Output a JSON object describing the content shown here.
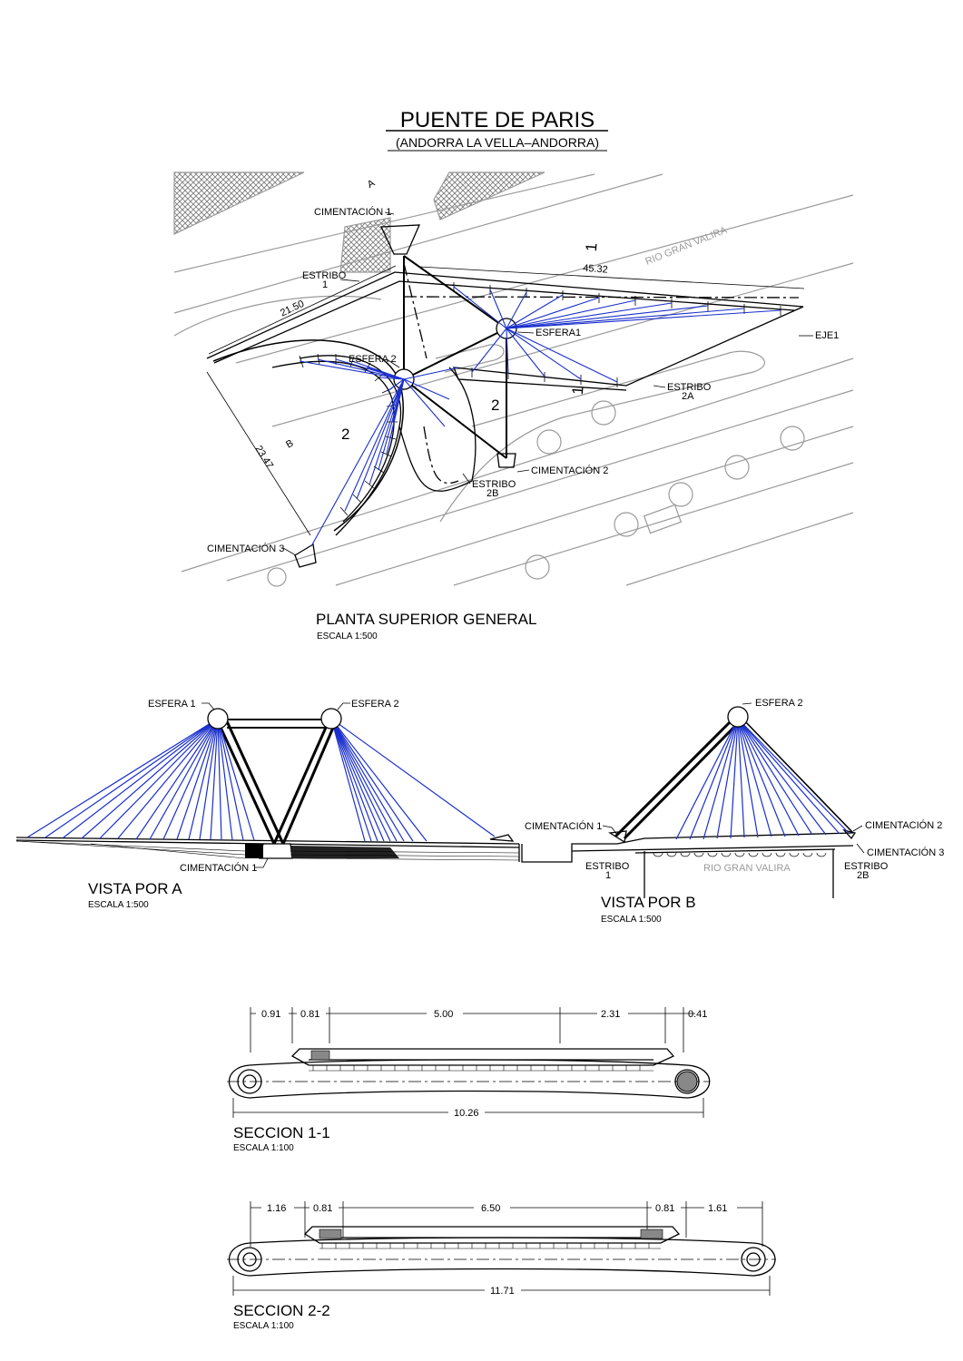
{
  "header": {
    "title": "PUENTE DE PARIS",
    "subtitle": "(ANDORRA LA VELLA–ANDORRA)"
  },
  "colors": {
    "cables": "#1a2fcc",
    "site": "#9a9a9a",
    "ink": "#000000",
    "fill": "#888888"
  },
  "plan": {
    "title": "PLANTA SUPERIOR GENERAL",
    "scale": "ESCALA 1:500",
    "labels": {
      "cim1": "CIMENTACIÓN 1",
      "cim2": "CIMENTACIÓN 2",
      "cim3": "CIMENTACIÓN 3",
      "estribo1": "ESTRIBO",
      "estribo1_num": "1",
      "estribo2a": "ESTRIBO",
      "estribo2a_num": "2A",
      "estribo2b": "ESTRIBO",
      "estribo2b_num": "2B",
      "esfera1": "ESFERA1",
      "esfera2": "ESFERA 2",
      "eje1": "EJE1",
      "rio": "RIO GRAN VALIRA",
      "view_a": "A",
      "view_b": "B",
      "sec1": "1",
      "sec1b": "1",
      "sec2": "2",
      "sec2b": "2"
    },
    "dims": {
      "d1": "45.32",
      "d2": "21.50",
      "d3": "23.47"
    }
  },
  "vista_a": {
    "title": "VISTA POR A",
    "scale": "ESCALA 1:500",
    "esfera1": "ESFERA 1",
    "esfera2": "ESFERA 2",
    "cim1": "CIMENTACIÓN 1"
  },
  "vista_b": {
    "title": "VISTA POR B",
    "scale": "ESCALA 1:500",
    "esfera2": "ESFERA 2",
    "cim1": "CIMENTACIÓN 1",
    "cim2": "CIMENTACIÓN 2",
    "cim3": "CIMENTACIÓN 3",
    "estribo1": "ESTRIBO",
    "estribo1_num": "1",
    "estribo2b": "ESTRIBO",
    "estribo2b_num": "2B",
    "rio": "RIO GRAN VALIRA"
  },
  "seccion1": {
    "title": "SECCION 1-1",
    "scale": "ESCALA 1:100",
    "dims": [
      "0.91",
      "0.81",
      "5.00",
      "2.31",
      "0.41"
    ],
    "total": "10.26"
  },
  "seccion2": {
    "title": "SECCION 2-2",
    "scale": "ESCALA 1:100",
    "dims": [
      "1.16",
      "0.81",
      "6.50",
      "0.81",
      "1.61"
    ],
    "total": "11.71"
  }
}
